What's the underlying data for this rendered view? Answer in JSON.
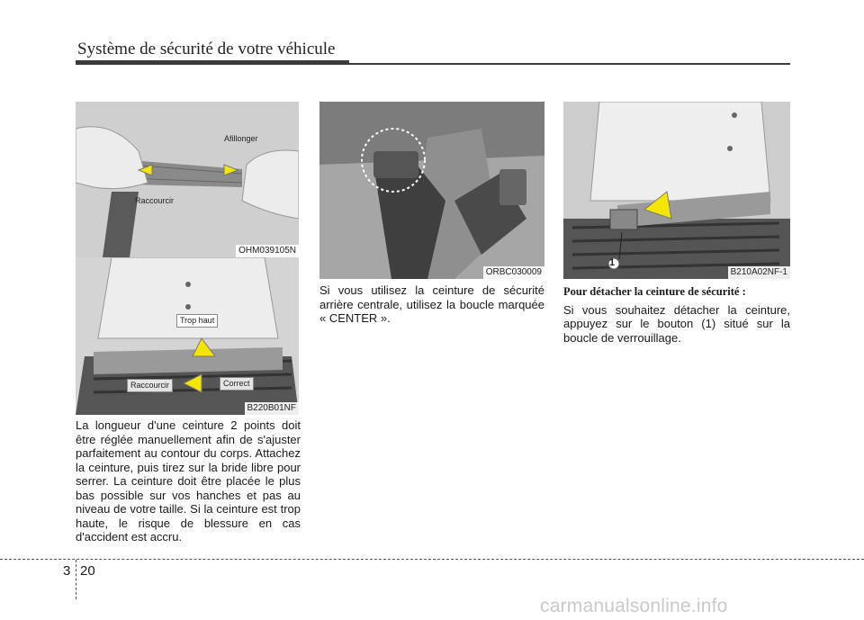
{
  "header": {
    "title": "Système de sécurité de votre véhicule"
  },
  "figures": {
    "fig1": {
      "code": "OHM039105N",
      "label_lengthen": "Afillonger",
      "label_shorten": "Raccourcir"
    },
    "fig2": {
      "code": "B220B01NF",
      "label_too_high": "Trop haut",
      "label_shorten": "Raccourcir",
      "label_correct": "Correct"
    },
    "fig3": {
      "code": "ORBC030009"
    },
    "fig4": {
      "code": "B210A02NF-1",
      "label_callout": "1"
    }
  },
  "text": {
    "col1_paragraph": "La longueur d'une ceinture 2 points doit être réglée manuellement afin de s'ajuster parfaitement au contour du corps. Attachez la ceinture, puis tirez sur la bride libre pour serrer. La ceinture doit être placée le plus bas possible sur vos hanches et pas au niveau de votre taille. Si la ceinture est trop haute, le risque de blessure en cas d'accident est accru.",
    "col2_paragraph": "Si vous utilisez la ceinture de sécurité arrière centrale, utilisez la boucle marquée « CENTER ».",
    "col3_heading": "Pour détacher la ceinture de sécurité :",
    "col3_paragraph": "Si vous souhaitez détacher la ceinture, appuyez sur le bouton (1) situé sur la boucle de verrouillage."
  },
  "footer": {
    "chapter": "3",
    "page": "20",
    "watermark": "carmanualsonline.info"
  },
  "colors": {
    "arrow": "#f5e600",
    "rule": "#3a3a3a"
  }
}
